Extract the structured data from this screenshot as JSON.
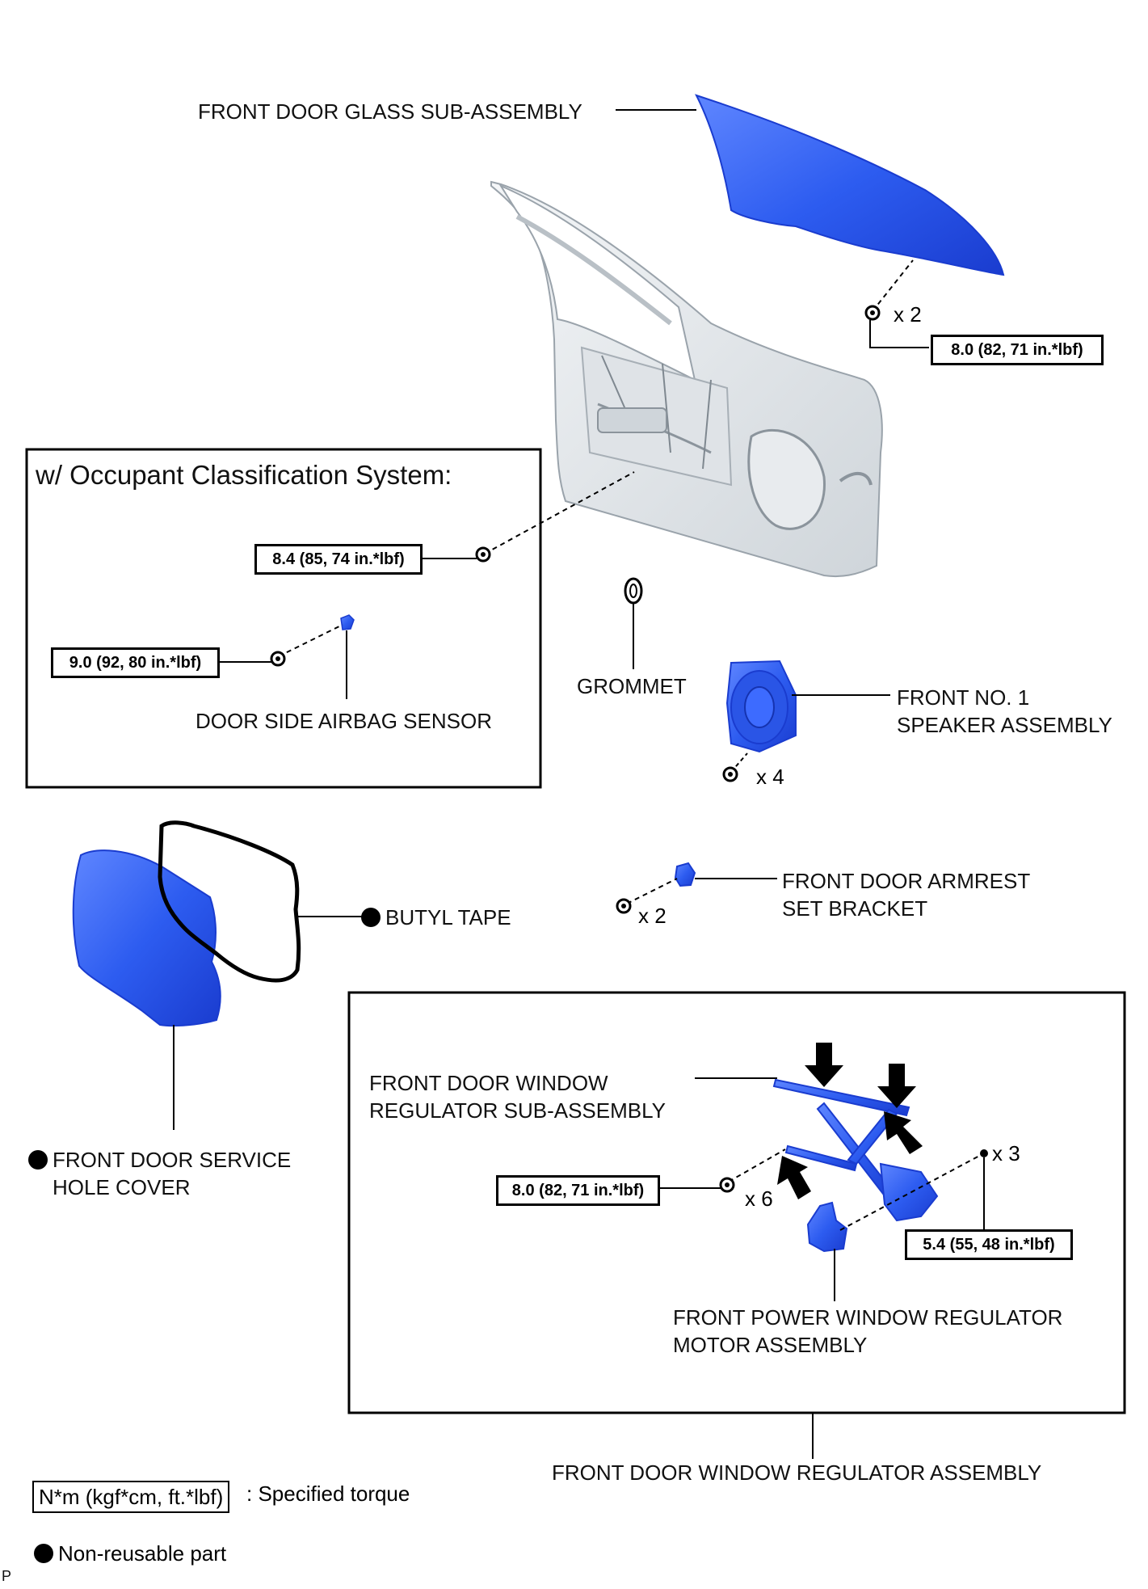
{
  "colors": {
    "part_blue": "#2d5cf0",
    "part_blue_dark": "#1833b8",
    "door_gray": "#e6e9ec",
    "line": "#000000"
  },
  "inset_occupant": {
    "title": "w/ Occupant Classification System:",
    "torque_upper": "8.4 (85, 74 in.*lbf)",
    "torque_lower": "9.0 (92, 80 in.*lbf)",
    "sensor_label": "DOOR SIDE AIRBAG SENSOR"
  },
  "glass": {
    "label": "FRONT DOOR GLASS SUB-ASSEMBLY",
    "qty": "x 2",
    "torque": "8.0 (82, 71 in.*lbf)"
  },
  "grommet": {
    "label": "GROMMET"
  },
  "speaker": {
    "label_line1": "FRONT NO. 1",
    "label_line2": "SPEAKER ASSEMBLY",
    "qty": "x 4"
  },
  "armrest": {
    "label_line1": "FRONT DOOR ARMREST",
    "label_line2": "SET BRACKET",
    "qty": "x 2"
  },
  "butyl": {
    "label": "BUTYL TAPE"
  },
  "service_cover": {
    "label_line1": "FRONT DOOR SERVICE",
    "label_line2": "HOLE COVER"
  },
  "regulator_box": {
    "sub_label_line1": "FRONT DOOR WINDOW",
    "sub_label_line2": "REGULATOR SUB-ASSEMBLY",
    "torque_left": "8.0 (82, 71 in.*lbf)",
    "qty_left": "x 6",
    "qty_right": "x 3",
    "torque_right": "5.4 (55, 48 in.*lbf)",
    "motor_label_line1": "FRONT POWER WINDOW REGULATOR",
    "motor_label_line2": "MOTOR ASSEMBLY",
    "assembly_label": "FRONT DOOR WINDOW REGULATOR ASSEMBLY"
  },
  "legend": {
    "torque_unit_box": "N*m (kgf*cm, ft.*lbf)",
    "torque_desc": ": Specified torque",
    "nonreusable_desc": "Non-reusable part"
  },
  "footer_mark": "P"
}
